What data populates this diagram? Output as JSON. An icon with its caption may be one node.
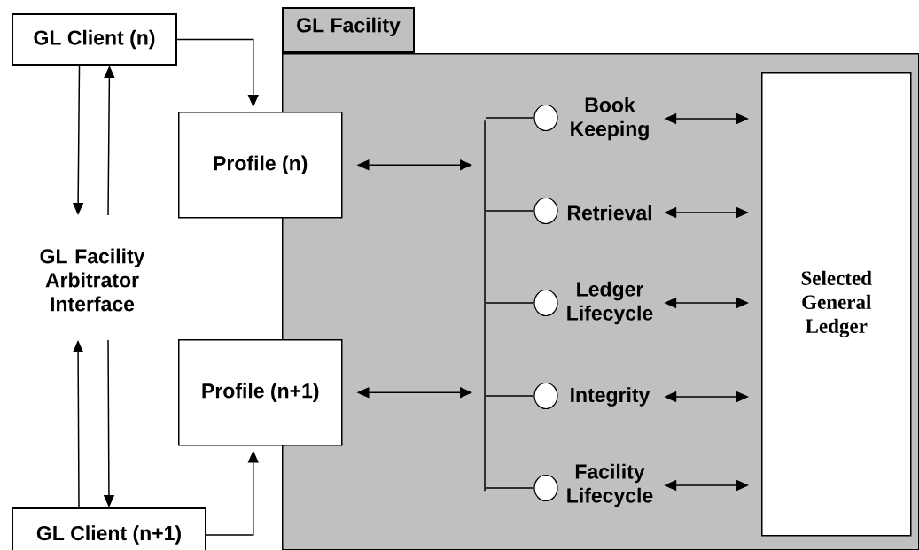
{
  "diagram": {
    "nodes": [
      {
        "text": [
          "GL Client (n)"
        ]
      },
      {
        "text": [
          "GL Facility"
        ]
      },
      {
        "text": [
          "Profile (n)"
        ]
      },
      {
        "text": [
          "GL Facility Arbitrator Interface"
        ]
      },
      {
        "text": [
          "Profile (n+1)"
        ]
      },
      {
        "text": [],
        "shape": "bar",
        "in": 1
      },
      {
        "text": [],
        "shape": "circle",
        "in": 1
      },
      {
        "text": [
          "Book Keeping"
        ],
        "in": 1
      },
      {
        "text": [],
        "shape": "circle",
        "in": 1
      },
      {
        "text": [
          "Retrieval"
        ],
        "in": 1
      },
      {
        "text": [],
        "shape": "circle",
        "in": 1
      },
      {
        "text": [
          "Ledger Lifecycle"
        ],
        "in": 1
      },
      {
        "text": [],
        "shape": "circle",
        "in": 1
      },
      {
        "text": [
          "Integrity"
        ],
        "in": 1
      },
      {
        "text": [],
        "shape": "circle",
        "in": 1
      },
      {
        "text": [
          "Facility Lifecycle"
        ],
        "in": 1
      },
      {
        "text": [
          "Selected General Ledger"
        ],
        "in": 1
      },
      {
        "text": [
          "GL Client (n+1)"
        ]
      }
    ],
    "edges": [
      {
        "from": 0,
        "to": 2,
        "arrow": "to"
      },
      {
        "from": 0,
        "to": 3,
        "arrow": "to"
      },
      {
        "from": 3,
        "to": 0,
        "arrow": "to"
      },
      {
        "from": 3,
        "to": 17,
        "arrow": "to"
      },
      {
        "from": 17,
        "to": 3,
        "arrow": "to"
      },
      {
        "from": 17,
        "to": 4,
        "arrow": "to"
      },
      {
        "from": 2,
        "to": 5,
        "arrow": "both"
      },
      {
        "from": 4,
        "to": 5,
        "arrow": "both"
      },
      {
        "from": 5,
        "to": 6,
        "arrow": "none"
      },
      {
        "from": 5,
        "to": 8,
        "arrow": "none"
      },
      {
        "from": 5,
        "to": 10,
        "arrow": "none"
      },
      {
        "from": 5,
        "to": 12,
        "arrow": "none"
      },
      {
        "from": 5,
        "to": 14,
        "arrow": "none"
      },
      {
        "from": 7,
        "to": 16,
        "arrow": "both"
      },
      {
        "from": 9,
        "to": 16,
        "arrow": "both"
      },
      {
        "from": 11,
        "to": 16,
        "arrow": "both"
      },
      {
        "from": 13,
        "to": 16,
        "arrow": "both"
      },
      {
        "from": 15,
        "to": 16,
        "arrow": "both"
      }
    ]
  }
}
